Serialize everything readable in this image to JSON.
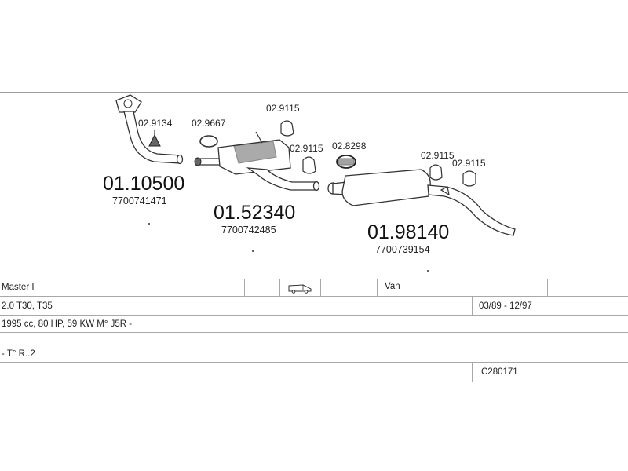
{
  "parts": [
    {
      "number": "01.10500",
      "oem": "7700741471"
    },
    {
      "number": "01.52340",
      "oem": "7700742485"
    },
    {
      "number": "01.98140",
      "oem": "7700739154"
    }
  ],
  "accessories": [
    "02.9134",
    "02.9667",
    "02.9115",
    "02.9115",
    "02.8298",
    "02.9115",
    "02.9115"
  ],
  "table": {
    "model": "Master I",
    "body_type": "Van",
    "engine_models": "2.0 T30, T35",
    "dates": "03/89 - 12/97",
    "engine_spec": "1995 cc, 80 HP, 59 KW M° J5R -",
    "notes": "- T° R..2",
    "code": "C280171"
  },
  "icons": {
    "vehicle": "van-icon"
  }
}
